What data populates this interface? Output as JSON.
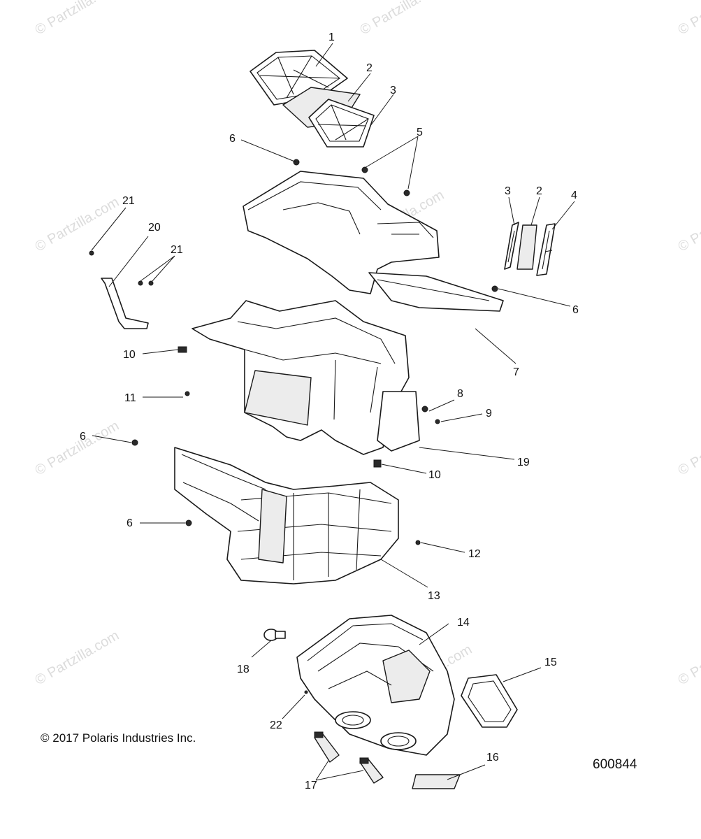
{
  "diagram": {
    "copyright": "© 2017 Polaris Industries Inc.",
    "figure_number": "600844",
    "watermark_text": "© Partzilla.com",
    "callouts": {
      "c1": "1",
      "c2a": "2",
      "c3a": "3",
      "c5": "5",
      "c6a": "6",
      "c3b": "3",
      "c2b": "2",
      "c4": "4",
      "c21a": "21",
      "c20": "20",
      "c21b": "21",
      "c6b": "6",
      "c10a": "10",
      "c7": "7",
      "c11": "11",
      "c8": "8",
      "c9": "9",
      "c6c": "6",
      "c19": "19",
      "c10b": "10",
      "c6d": "6",
      "c12": "12",
      "c13": "13",
      "c14": "14",
      "c18": "18",
      "c15": "15",
      "c22": "22",
      "c16": "16",
      "c17": "17"
    }
  }
}
